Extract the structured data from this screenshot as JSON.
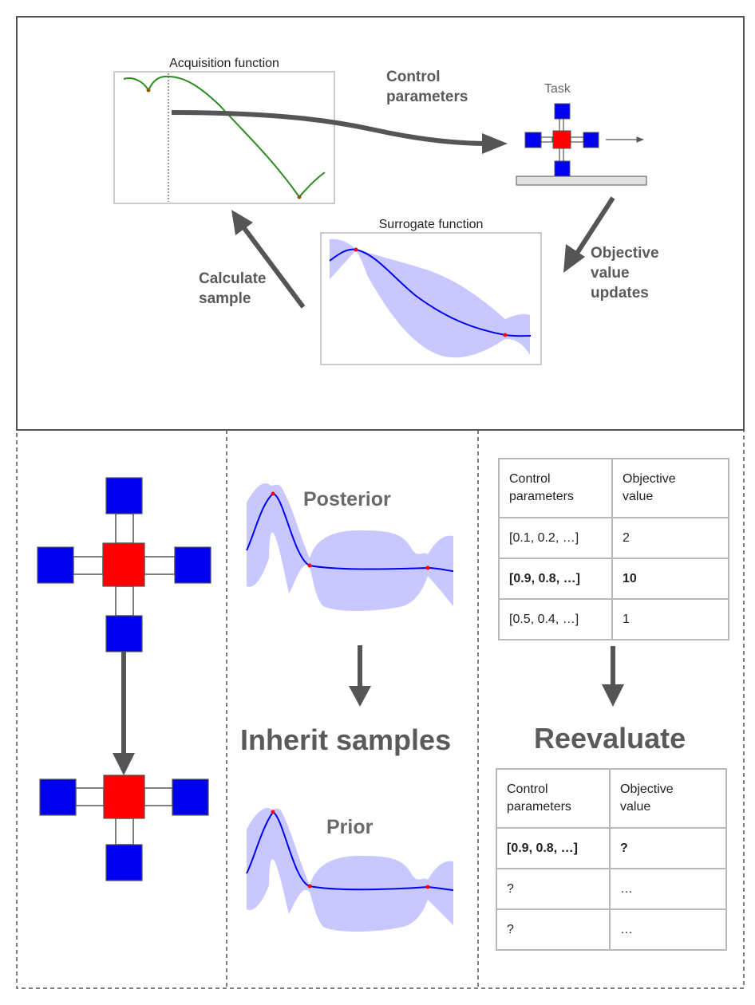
{
  "colors": {
    "frame": "#555555",
    "arrow": "#555555",
    "accent_red": "#ff0000",
    "accent_blue": "#0000ee",
    "band": "#c8c8ff",
    "curve_blue": "#0000ee",
    "curve_green": "#2a8c1e"
  },
  "top": {
    "acquisition_title": "Acquisition function",
    "surrogate_title": "Surrogate function",
    "task_label": "Task",
    "control_parameters": [
      "Control",
      "parameters"
    ],
    "objective_updates": [
      "Objective",
      "value",
      "updates"
    ],
    "calculate_sample": [
      "Calculate",
      "sample"
    ]
  },
  "middle": {
    "posterior_label": "Posterior",
    "inherit_label": "Inherit samples",
    "prior_label": "Prior"
  },
  "right": {
    "reevaluate_label": "Reevaluate",
    "table1": {
      "headers": [
        [
          "Control",
          "parameters"
        ],
        [
          "Objective",
          "value"
        ]
      ],
      "rows": [
        {
          "params": "[0.1, 0.2, …]",
          "value": "2",
          "bold": false
        },
        {
          "params": "[0.9, 0.8, …]",
          "value": "10",
          "bold": true
        },
        {
          "params": "[0.5, 0.4, …]",
          "value": "1",
          "bold": false
        }
      ]
    },
    "table2": {
      "headers": [
        [
          "Control",
          "parameters"
        ],
        [
          "Objective",
          "value"
        ]
      ],
      "rows": [
        {
          "params": "[0.9, 0.8, …]",
          "value": "?",
          "bold": true
        },
        {
          "params": "?",
          "value": "…",
          "bold": false
        },
        {
          "params": "?",
          "value": "…",
          "bold": false
        }
      ]
    }
  }
}
